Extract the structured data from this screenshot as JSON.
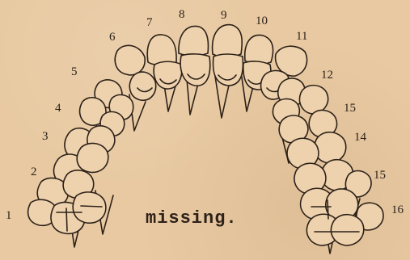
{
  "tooth_numbers": [
    {
      "id": "t1",
      "label": "1"
    },
    {
      "id": "t2",
      "label": "2"
    },
    {
      "id": "t3",
      "label": "3"
    },
    {
      "id": "t4",
      "label": "4"
    },
    {
      "id": "t5",
      "label": "5"
    },
    {
      "id": "t6",
      "label": "6"
    },
    {
      "id": "t7",
      "label": "7"
    },
    {
      "id": "t8",
      "label": "8"
    },
    {
      "id": "t9",
      "label": "9"
    },
    {
      "id": "t10",
      "label": "10"
    },
    {
      "id": "t11",
      "label": "11"
    },
    {
      "id": "t12",
      "label": "12"
    },
    {
      "id": "t13",
      "label": "15"
    },
    {
      "id": "t14",
      "label": "14"
    },
    {
      "id": "t15",
      "label": "15"
    },
    {
      "id": "t16",
      "label": "16"
    }
  ],
  "caption": "missing."
}
